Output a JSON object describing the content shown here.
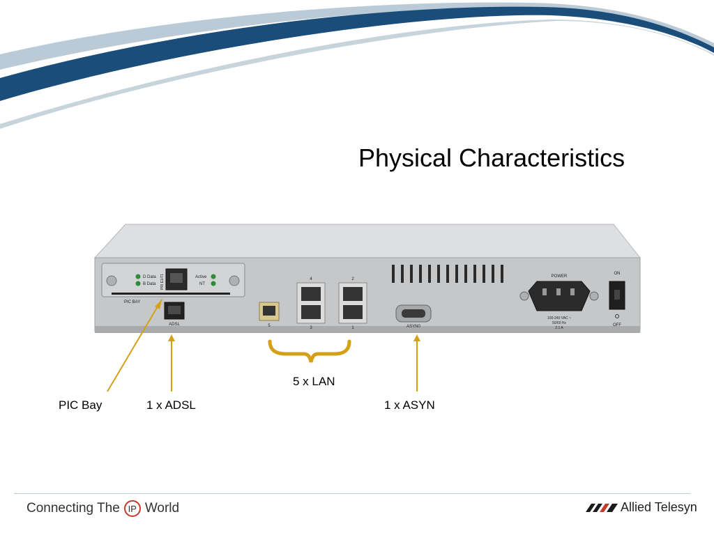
{
  "slide": {
    "title": "Physical Characteristics"
  },
  "labels": {
    "pic_bay": "PIC Bay",
    "adsl": "1 x ADSL",
    "lan": "5 x LAN",
    "asyn": "1 x ASYN"
  },
  "device": {
    "pic_bay_label": "PIC BAY",
    "pic_d_data": "D Data",
    "pic_b_data": "B Data",
    "pic_model": "PRI E1/T1",
    "pic_active": "Active",
    "pic_nt": "NT",
    "adsl_port_label": "ADSL",
    "lan_port_labels": [
      "4",
      "2",
      "5",
      "3",
      "1"
    ],
    "asyn_port_label": "ASYN0",
    "power_label": "POWER",
    "power_spec_1": "100-240 VAC ~",
    "power_spec_2": "50/60 Hz",
    "power_spec_3": "2.1 A",
    "switch_on": "ON",
    "switch_off": "OFF"
  },
  "footer": {
    "tagline_before": "Connecting The",
    "tagline_ip": "IP",
    "tagline_after": "World",
    "brand": "Allied Telesyn"
  },
  "colors": {
    "swoosh_blue": "#1a4d7a",
    "accent_gold": "#d4a017",
    "chassis_grey": "#c9cacc",
    "footer_line": "#b8ccd6"
  }
}
